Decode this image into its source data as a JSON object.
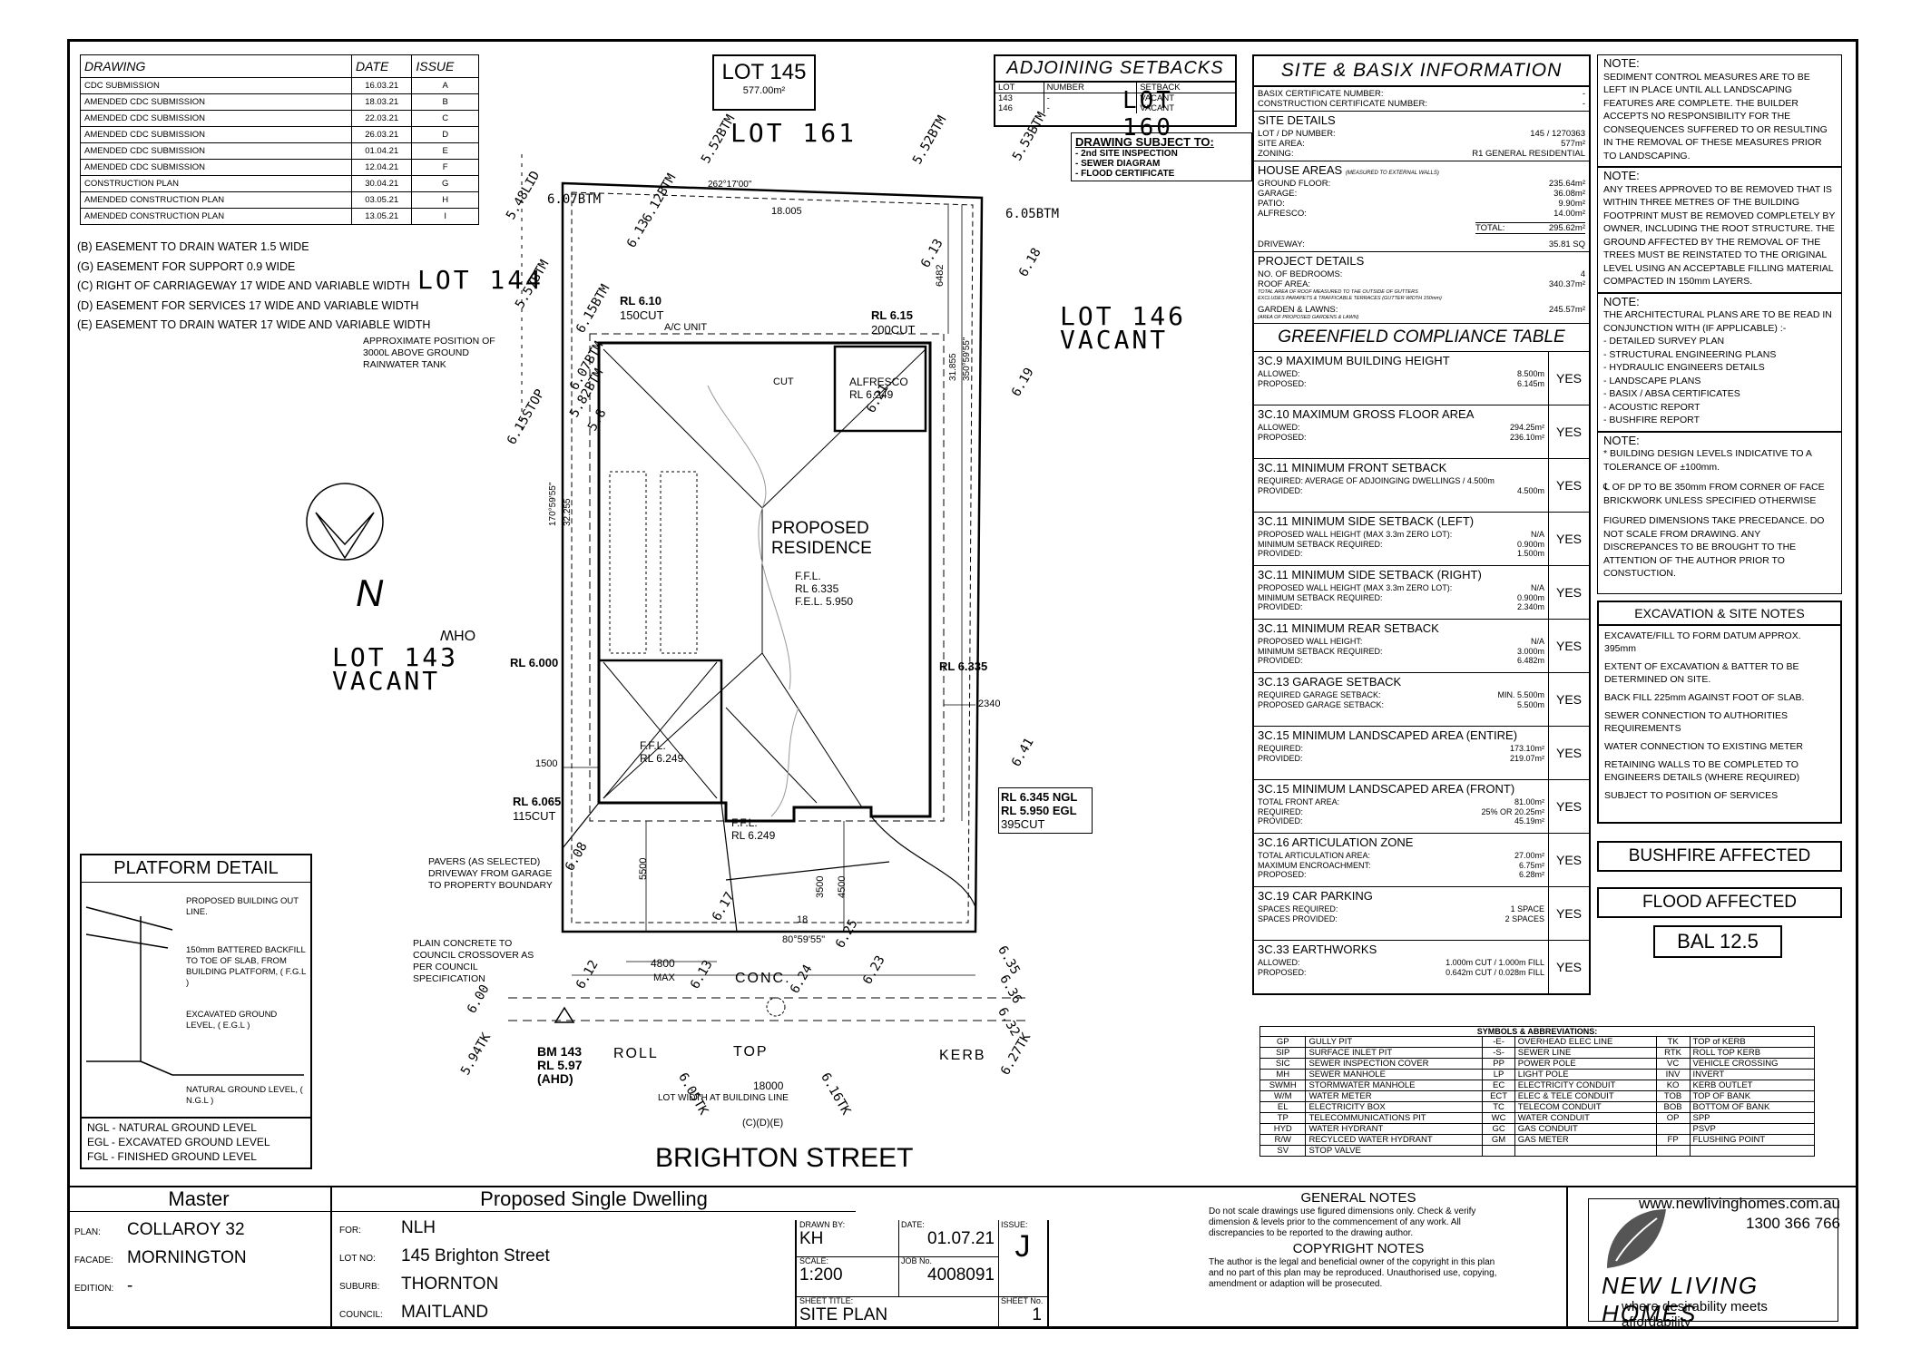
{
  "revisions": {
    "headers": [
      "DRAWING",
      "DATE",
      "ISSUE"
    ],
    "rows": [
      [
        "CDC SUBMISSION",
        "16.03.21",
        "A"
      ],
      [
        "AMENDED CDC SUBMISSION",
        "18.03.21",
        "B"
      ],
      [
        "AMENDED CDC SUBMISSION",
        "22.03.21",
        "C"
      ],
      [
        "AMENDED CDC SUBMISSION",
        "26.03.21",
        "D"
      ],
      [
        "AMENDED CDC SUBMISSION",
        "01.04.21",
        "E"
      ],
      [
        "AMENDED CDC SUBMISSION",
        "12.04.21",
        "F"
      ],
      [
        "CONSTRUCTION PLAN",
        "30.04.21",
        "G"
      ],
      [
        "AMENDED CONSTRUCTION PLAN",
        "03.05.21",
        "H"
      ],
      [
        "AMENDED CONSTRUCTION PLAN",
        "13.05.21",
        "I"
      ]
    ]
  },
  "easements": [
    "(B) EASEMENT TO DRAIN WATER 1.5 WIDE",
    "(G) EASEMENT FOR SUPPORT 0.9 WIDE",
    "(C) RIGHT OF CARRIAGEWAY 17 WIDE AND VARIABLE WIDTH",
    "(D) EASEMENT FOR SERVICES 17 WIDE AND VARIABLE WIDTH",
    "(E) EASEMENT TO DRAIN WATER 17 WIDE AND VARIABLE WIDTH"
  ],
  "lot_box": {
    "title": "LOT 145",
    "area": "577.00m²"
  },
  "adjoining": {
    "title": "ADJOINING SETBACKS",
    "headers": [
      "LOT",
      "NUMBER",
      "SETBACK"
    ],
    "rows": [
      [
        "143",
        "-",
        "VACANT"
      ],
      [
        "146",
        "-",
        "VACANT"
      ]
    ],
    "overlay": "LOT 160"
  },
  "subject_to": {
    "title": "DRAWING SUBJECT TO:",
    "items": [
      "- 2nd SITE INSPECTION",
      "- SEWER DIAGRAM",
      "- FLOOD CERTIFICATE"
    ]
  },
  "plan": {
    "lot161": "LOT 161",
    "lot144": "LOT 144",
    "lot146": "LOT 146",
    "lot146_sub": "VACANT",
    "lot143": "LOT 143",
    "lot143_sub": "VACANT",
    "street": "BRIGHTON STREET",
    "residence": "PROPOSED",
    "residence2": "RESIDENCE",
    "ffl": "F.F.L.",
    "ffl_rl": "RL 6.335",
    "fel": "F.E.L. 5.950",
    "alfresco": "ALFRESCO",
    "alfresco_rl": "RL 6.249",
    "garage_ffl": "F.F.L.",
    "garage_rl": "RL 6.249",
    "porch_ffl": "F.F.L.",
    "porch_rl": "RL 6.249",
    "cut": "CUT",
    "ac_unit": "A/C UNIT",
    "rl_610": "RL 6.10",
    "cut150": "150CUT",
    "rl_615": "RL 6.15",
    "cut200": "200CUT",
    "rl_6000": "RL 6.000",
    "rl_6335": "RL 6.335",
    "rl_6065": "RL 6.065",
    "cut115": "115CUT",
    "ngl": "RL 6.345 NGL",
    "egl": "RL 5.950 EGL",
    "cut395": "395CUT",
    "tank_note": "APPROXIMATE POSITION OF 3000L ABOVE GROUND RAINWATER TANK",
    "pavers_note": "PAVERS (AS SELECTED) DRIVEWAY FROM GARAGE TO PROPERTY BOUNDARY",
    "concrete_note": "PLAIN CONCRETE TO COUNCIL CROSSOVER AS PER COUNCIL SPECIFICATION",
    "bm": "BM 143",
    "bm_rl": "RL 5.97",
    "bm_ahd": "(AHD)",
    "lot_width": "LOT WIDTH AT BUILDING LINE",
    "width_18000": "18000",
    "cde": "(C)(D)(E)",
    "bearing_top": "262°17'00\"",
    "dist_top": "18.005",
    "bearing_right": "350°59'55\"",
    "dist_right": "31.855",
    "bearing_left": "170°59'55\"",
    "dist_left": "32.255",
    "bearing_bottom": "80°59'55\"",
    "dist_bottom": "18",
    "d_6482": "6482",
    "d_2340": "2340",
    "d_1500": "1500",
    "d_5500": "5500",
    "d_3500": "3500",
    "d_4500": "4500",
    "d_4800": "4800",
    "max": "MAX",
    "conc": "CONC.",
    "roll": "ROLL",
    "top": "TOP",
    "kerb": "KERB",
    "spot_levels": [
      "6.07BTM",
      "6.05BTM",
      "6.13",
      "6.13",
      "6.18",
      "6.19",
      "6.21",
      "6.41",
      "6.17",
      "6.25",
      "6.08",
      "6.12",
      "6.13",
      "6.24",
      "6.23",
      "6.35",
      "6.36",
      "6.32",
      "6.00",
      "5.94TK",
      "6.05TK",
      "6.16TK",
      "6.27TK",
      "5.52BTM",
      "5.52BTM",
      "5.53BTM",
      "5.57BTM",
      "6.15BTM",
      "6.07BTM",
      "5.82BTM",
      "5.48LID",
      "6.15STOP",
      "6.12BTM",
      "5.8"
    ],
    "ohw": "OHW",
    "north": "N"
  },
  "platform": {
    "title": "PLATFORM DETAIL",
    "notes": [
      "PROPOSED BUILDING OUT LINE.",
      "150mm BATTERED BACKFILL TO TOE OF SLAB, FROM BUILDING PLATFORM, ( F.G.L )",
      "EXCAVATED GROUND LEVEL, ( E.G.L )",
      "NATURAL GROUND LEVEL, ( N.G.L )"
    ],
    "legend": [
      "NGL - NATURAL GROUND LEVEL",
      "EGL - EXCAVATED GROUND LEVEL",
      "FGL - FINISHED GROUND LEVEL"
    ]
  },
  "site_info": {
    "title": "SITE & BASIX INFORMATION",
    "basix": [
      [
        "BASIX CERTIFICATE NUMBER:",
        "-"
      ],
      [
        "CONSTRUCTION CERTIFICATE NUMBER:",
        "-"
      ]
    ],
    "site_details_title": "SITE DETAILS",
    "site_details": [
      [
        "LOT / DP NUMBER:",
        "145 / 1270363"
      ],
      [
        "SITE AREA:",
        "577m²"
      ],
      [
        "ZONING:",
        "R1 GENERAL RESIDENTIAL"
      ]
    ],
    "house_title": "HOUSE AREAS",
    "house_sub": "(MEASURED TO EXTERNAL WALLS)",
    "house": [
      [
        "GROUND FLOOR:",
        "235.64m²"
      ],
      [
        "GARAGE:",
        "36.08m²"
      ],
      [
        "PATIO:",
        "9.90m²"
      ],
      [
        "ALFRESCO:",
        "14.00m²"
      ]
    ],
    "total": [
      "TOTAL:",
      "295.62m²"
    ],
    "driveway": [
      "DRIVEWAY:",
      "35.81 SQ"
    ],
    "project_title": "PROJECT DETAILS",
    "project": [
      [
        "NO. OF BEDROOMS:",
        "4"
      ],
      [
        "ROOF AREA:",
        "340.37m²"
      ]
    ],
    "roof_note1": "TOTAL AREA OF ROOF MEASURED TO THE OUTSIDE OF GUTTERS",
    "roof_note2": "EXCLUDES PARAPETS & TRAFFICABLE TERRACES (GUTTER WIDTH 150mm)",
    "garden": [
      "GARDEN & LAWNS:",
      "245.57m²"
    ],
    "garden_note": "(AREA OF PROPOSED GARDENS & LAWN)"
  },
  "compliance": {
    "title": "GREENFIELD COMPLIANCE TABLE",
    "items": [
      {
        "title": "3C.9 MAXIMUM BUILDING HEIGHT",
        "rows": [
          [
            "ALLOWED:",
            "8.500m"
          ],
          [
            "PROPOSED:",
            "6.145m"
          ]
        ],
        "result": "YES"
      },
      {
        "title": "3C.10 MAXIMUM GROSS FLOOR AREA",
        "rows": [
          [
            "ALLOWED:",
            "294.25m²"
          ],
          [
            "PROPOSED:",
            "236.10m²"
          ]
        ],
        "result": "YES"
      },
      {
        "title": "3C.11 MINIMUM FRONT SETBACK",
        "rows": [
          [
            "REQUIRED:     AVERAGE OF ADJOINGING DWELLINGS / 4.500m",
            ""
          ],
          [
            "PROVIDED:",
            "4.500m"
          ]
        ],
        "result": "YES"
      },
      {
        "title": "3C.11 MINIMUM SIDE SETBACK (LEFT)",
        "rows": [
          [
            "PROPOSED WALL HEIGHT  (MAX 3.3m ZERO LOT):",
            "N/A"
          ],
          [
            "MINIMUM SETBACK REQUIRED:",
            "0.900m"
          ],
          [
            "PROVIDED:",
            "1.500m"
          ]
        ],
        "result": "YES"
      },
      {
        "title": "3C.11 MINIMUM SIDE SETBACK (RIGHT)",
        "rows": [
          [
            "PROPOSED WALL HEIGHT  (MAX 3.3m ZERO LOT):",
            "N/A"
          ],
          [
            "MINIMUM SETBACK REQUIRED:",
            "0.900m"
          ],
          [
            "PROVIDED:",
            "2.340m"
          ]
        ],
        "result": "YES"
      },
      {
        "title": "3C.11 MINIMUM REAR SETBACK",
        "rows": [
          [
            "PROPOSED WALL HEIGHT:",
            "N/A"
          ],
          [
            "MINIMUM SETBACK REQUIRED:",
            "3.000m"
          ],
          [
            "PROVIDED:",
            "6.482m"
          ]
        ],
        "result": "YES"
      },
      {
        "title": "3C.13 GARAGE SETBACK",
        "rows": [
          [
            "REQUIRED GARAGE SETBACK:",
            "MIN. 5.500m"
          ],
          [
            "PROPOSED GARAGE SETBACK:",
            "5.500m"
          ]
        ],
        "result": "YES"
      },
      {
        "title": "3C.15 MINIMUM LANDSCAPED AREA (ENTIRE)",
        "rows": [
          [
            "REQUIRED:",
            "173.10m²"
          ],
          [
            "PROVIDED:",
            "219.07m²"
          ]
        ],
        "result": "YES"
      },
      {
        "title": "3C.15 MINIMUM LANDSCAPED AREA (FRONT)",
        "rows": [
          [
            "TOTAL FRONT AREA:",
            "81.00m²"
          ],
          [
            "REQUIRED:",
            "25% OR 20.25m²"
          ],
          [
            "PROVIDED:",
            "45.19m²"
          ]
        ],
        "result": "YES"
      },
      {
        "title": "3C.16 ARTICULATION ZONE",
        "rows": [
          [
            "TOTAL ARTICULATION AREA:",
            "27.00m²"
          ],
          [
            "MAXIMUM ENCROACHMENT:",
            "6.75m²"
          ],
          [
            "PROPOSED:",
            "6.28m²"
          ]
        ],
        "result": "YES"
      },
      {
        "title": "3C.19 CAR PARKING",
        "rows": [
          [
            "SPACES REQUIRED:",
            "1 SPACE"
          ],
          [
            "SPACES PROVIDED:",
            "2 SPACES"
          ]
        ],
        "result": "YES"
      },
      {
        "title": "3C.33 EARTHWORKS",
        "rows": [
          [
            "ALLOWED:",
            "1.000m CUT / 1.000m FILL"
          ],
          [
            "PROPOSED:",
            "0.642m CUT / 0.028m FILL"
          ]
        ],
        "result": "YES"
      }
    ]
  },
  "notes": [
    {
      "title": "NOTE:",
      "text": "SEDIMENT CONTROL MEASURES ARE TO BE LEFT IN PLACE UNTIL ALL LANDSCAPING FEATURES ARE COMPLETE. THE BUILDER ACCEPTS NO RESPONSIBILITY FOR THE CONSEQUENCES SUFFERED TO OR RESULTING IN THE REMOVAL OF THESE MEASURES PRIOR TO LANDSCAPING."
    },
    {
      "title": "NOTE:",
      "text": "ANY TREES APPROVED TO BE REMOVED THAT IS WITHIN THREE METRES OF THE BUILDING FOOTPRINT MUST BE REMOVED COMPLETELY BY OWNER, INCLUDING THE ROOT STRUCTURE. THE GROUND AFFECTED BY THE REMOVAL OF THE TREES MUST BE REINSTATED TO THE ORIGINAL LEVEL USING AN ACCEPTABLE FILLING MATERIAL COMPACTED IN 150mm LAYERS."
    },
    {
      "title": "NOTE:",
      "text": "THE ARCHITECTURAL PLANS ARE TO BE READ IN CONJUNCTION WITH (IF APPLICABLE) :-",
      "list": [
        "- DETAILED SURVEY PLAN",
        "- STRUCTURAL ENGINEERING PLANS",
        "- HYDRAULIC ENGINEERS DETAILS",
        "- LANDSCAPE PLANS",
        "- BASIX / ABSA CERTIFICATES",
        "- ACOUSTIC REPORT",
        "- BUSHFIRE REPORT"
      ]
    },
    {
      "title": "NOTE:",
      "text": "* BUILDING DESIGN LEVELS INDICATIVE TO A TOLERANCE OF ±100mm.",
      "extra": [
        "℄ OF DP TO BE 350mm FROM CORNER OF FACE BRICKWORK UNLESS SPECIFIED OTHERWISE",
        "FIGURED DIMENSIONS TAKE PRECEDANCE. DO NOT SCALE FROM DRAWING. ANY DISCREPANCES TO BE BROUGHT TO THE ATTENTION OF THE AUTHOR PRIOR TO CONSTUCTION."
      ]
    }
  ],
  "excavation": {
    "title": "EXCAVATION & SITE NOTES",
    "items": [
      "EXCAVATE/FILL TO FORM DATUM APPROX. 395mm",
      "EXTENT OF EXCAVATION & BATTER TO BE DETERMINED ON SITE.",
      "BACK FILL 225mm AGAINST FOOT OF SLAB.",
      "SEWER CONNECTION TO AUTHORITIES REQUIREMENTS",
      "WATER CONNECTION TO EXISTING METER",
      "RETAINING WALLS TO BE COMPLETED TO ENGINEERS DETAILS (WHERE REQUIRED)",
      "SUBJECT TO POSITION OF SERVICES"
    ]
  },
  "badges": {
    "bushfire": "BUSHFIRE AFFECTED",
    "flood": "FLOOD AFFECTED",
    "bal": "BAL 12.5"
  },
  "symbols": {
    "title": "SYMBOLS & ABBREVIATIONS:",
    "rows": [
      [
        "GP",
        "GULLY PIT",
        "-E-",
        "OVERHEAD ELEC LINE",
        "TK",
        "TOP of KERB"
      ],
      [
        "SIP",
        "SURFACE INLET PIT",
        "-S-",
        "SEWER LINE",
        "RTK",
        "ROLL TOP KERB"
      ],
      [
        "SIC",
        "SEWER INSPECTION COVER",
        "PP",
        "POWER POLE",
        "VC",
        "VEHICLE CROSSING"
      ],
      [
        "MH",
        "SEWER MANHOLE",
        "LP",
        "LIGHT POLE",
        "INV",
        "INVERT"
      ],
      [
        "SWMH",
        "STORMWATER MANHOLE",
        "EC",
        "ELECTRICITY CONDUIT",
        "KO",
        "KERB OUTLET"
      ],
      [
        "W/M",
        "WATER METER",
        "ECT",
        "ELEC & TELE CONDUIT",
        "TOB",
        "TOP OF BANK"
      ],
      [
        "EL",
        "ELECTRICITY BOX",
        "TC",
        "TELECOM CONDUIT",
        "BOB",
        "BOTTOM OF BANK"
      ],
      [
        "TP",
        "TELECOMMUNICATIONS PIT",
        "WC",
        "WATER CONDUIT",
        "OP",
        "SPP"
      ],
      [
        "HYD",
        "WATER HYDRANT",
        "GC",
        "GAS CONDUIT",
        "",
        "PSVP"
      ],
      [
        "R/W",
        "RECYLCED WATER HYDRANT",
        "GM",
        "GAS METER",
        "FP",
        "FLUSHING POINT"
      ],
      [
        "SV",
        "STOP VALVE",
        "",
        "",
        "",
        ""
      ]
    ]
  },
  "title_block": {
    "master": "Master",
    "plan_label": "PLAN:",
    "plan": "COLLAROY 32",
    "facade_label": "FACADE:",
    "facade": "MORNINGTON",
    "edition_label": "EDITION:",
    "edition": "-",
    "project_title": "Proposed Single Dwelling",
    "for_label": "FOR:",
    "for": "NLH",
    "lot_label": "LOT NO:",
    "lot": "145 Brighton Street",
    "suburb_label": "SUBURB:",
    "suburb": "THORNTON",
    "council_label": "COUNCIL:",
    "council": "MAITLAND",
    "drawn_label": "DRAWN BY:",
    "drawn": "KH",
    "date_label": "DATE:",
    "date": "01.07.21",
    "issue_label": "ISSUE:",
    "issue": "J",
    "scale_label": "SCALE:",
    "scale": "1:200",
    "job_label": "JOB No.",
    "job": "4008091",
    "sheet_title_label": "SHEET TITLE:",
    "sheet_title": "SITE PLAN",
    "sheet_no_label": "SHEET No.",
    "sheet_no": "1",
    "general_notes_title": "GENERAL NOTES",
    "general_notes": "Do not scale drawings use figured dimensions only. Check & verify dimension & levels prior to the commencement of any work. All discrepancies to be reported to the drawing author.",
    "copyright_title": "COPYRIGHT NOTES",
    "copyright": "The author is the legal and beneficial owner of the copyright in this plan and no part of this plan may be reproduced. Unauthorised use, copying, amendment or adaption will be prosecuted.",
    "website": "www.newlivinghomes.com.au",
    "phone": "1300 366 766",
    "brand": "NEW LIVING HOMES",
    "tagline": "where desirability meets affordability"
  }
}
